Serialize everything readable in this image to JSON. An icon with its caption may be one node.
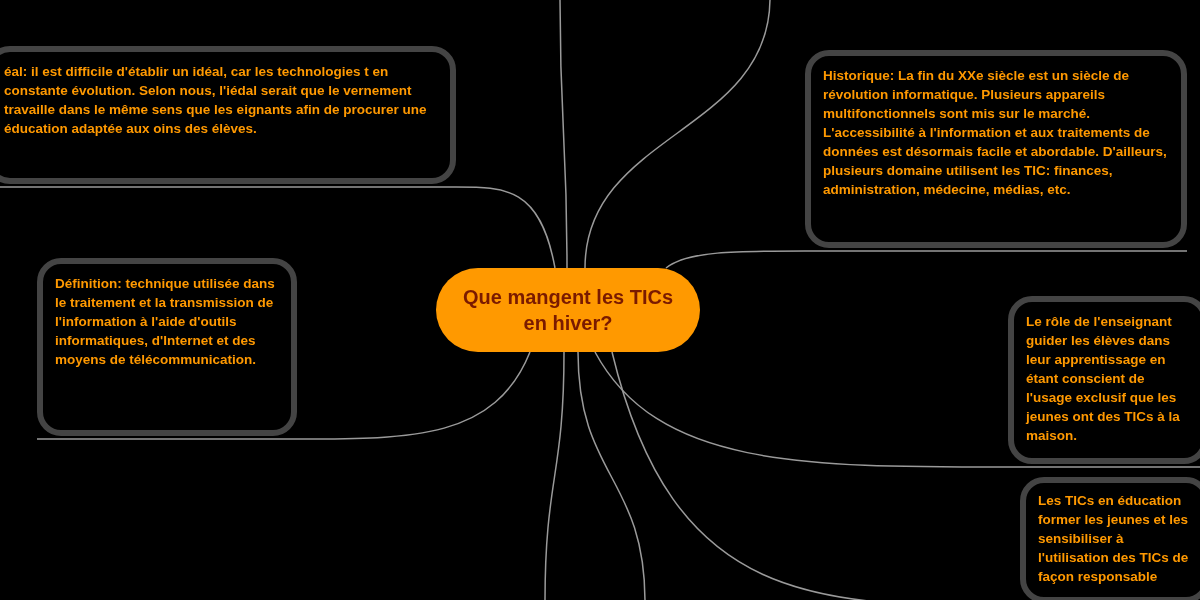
{
  "diagram": {
    "nodes": [
      {
        "text": [
          "Que mangent les TICs en hiver?"
        ]
      },
      {
        "text": [
          "éal: il est difficile d'établir un idéal, car les technologies t en constante évolution. Selon nous, l'iédal serait que le vernement travaille dans le même sens que les eignants afin de procurer une éducation adaptée aux oins des élèves."
        ]
      },
      {
        "text": [
          "Historique: La fin du XXe siècle est un siècle de révolution informatique. Plusieurs appareils multifonctionnels sont mis sur le marché. L'accessibilité à l'information et aux traitements de données est désormais facile et abordable. D'ailleurs, plusieurs domaine utilisent les TIC: finances, administration, médecine, médias, etc."
        ]
      },
      {
        "text": [
          "Définition: technique utilisée dans le traitement et la transmission de l'information à l'aide d'outils informatiques, d'Internet et des moyens de télécommunication."
        ]
      },
      {
        "text": [
          "Le rôle de l'enseignant guider les élèves dans leur apprentissage en étant conscient de l'usage exclusif que les jeunes ont des TICs à la maison."
        ]
      },
      {
        "text": [
          "Les TICs en éducation former les jeunes et les sensibiliser à l'utilisation des TICs de façon responsable"
        ]
      }
    ],
    "edges": [
      {
        "from": 0,
        "to": 1,
        "arrow": "none"
      },
      {
        "from": 0,
        "to": 2,
        "arrow": "none"
      },
      {
        "from": 0,
        "to": 3,
        "arrow": "none"
      },
      {
        "from": 0,
        "to": 4,
        "arrow": "none"
      },
      {
        "from": 0,
        "to": 5,
        "arrow": "none"
      },
      {
        "from": 0,
        "to": null,
        "arrow": "none"
      },
      {
        "from": 0,
        "to": null,
        "arrow": "none"
      },
      {
        "from": 0,
        "to": null,
        "arrow": "none"
      },
      {
        "from": 0,
        "to": null,
        "arrow": "none"
      }
    ]
  }
}
